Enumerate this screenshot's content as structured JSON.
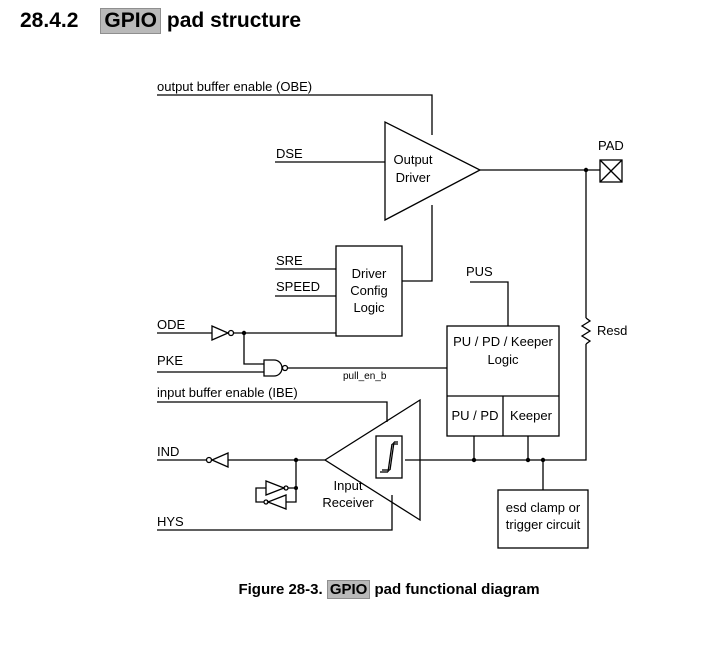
{
  "heading": {
    "number": "28.4.2",
    "highlight": "GPIO",
    "title": "pad structure"
  },
  "caption": {
    "prefix": "Figure 28-3.",
    "highlight": "GPIO",
    "suffix": "pad functional diagram"
  },
  "diagram": {
    "signals": {
      "obe": "output buffer enable (OBE)",
      "dse": "DSE",
      "sre": "SRE",
      "speed": "SPEED",
      "ode": "ODE",
      "pke": "PKE",
      "ibe": "input buffer enable (IBE)",
      "ind": "IND",
      "hys": "HYS",
      "pus": "PUS",
      "pull_en_b": "pull_en_b",
      "pad": "PAD",
      "resd": "Resd"
    },
    "blocks": {
      "output_driver": [
        "Output",
        "Driver"
      ],
      "driver_config": [
        "Driver",
        "Config",
        "Logic"
      ],
      "pu_pd_keeper_logic": [
        "PU / PD / Keeper",
        "Logic"
      ],
      "pu_pd": "PU / PD",
      "keeper": "Keeper",
      "input_receiver": [
        "Input",
        "Receiver"
      ],
      "esd": [
        "esd clamp or",
        "trigger circuit"
      ]
    }
  }
}
